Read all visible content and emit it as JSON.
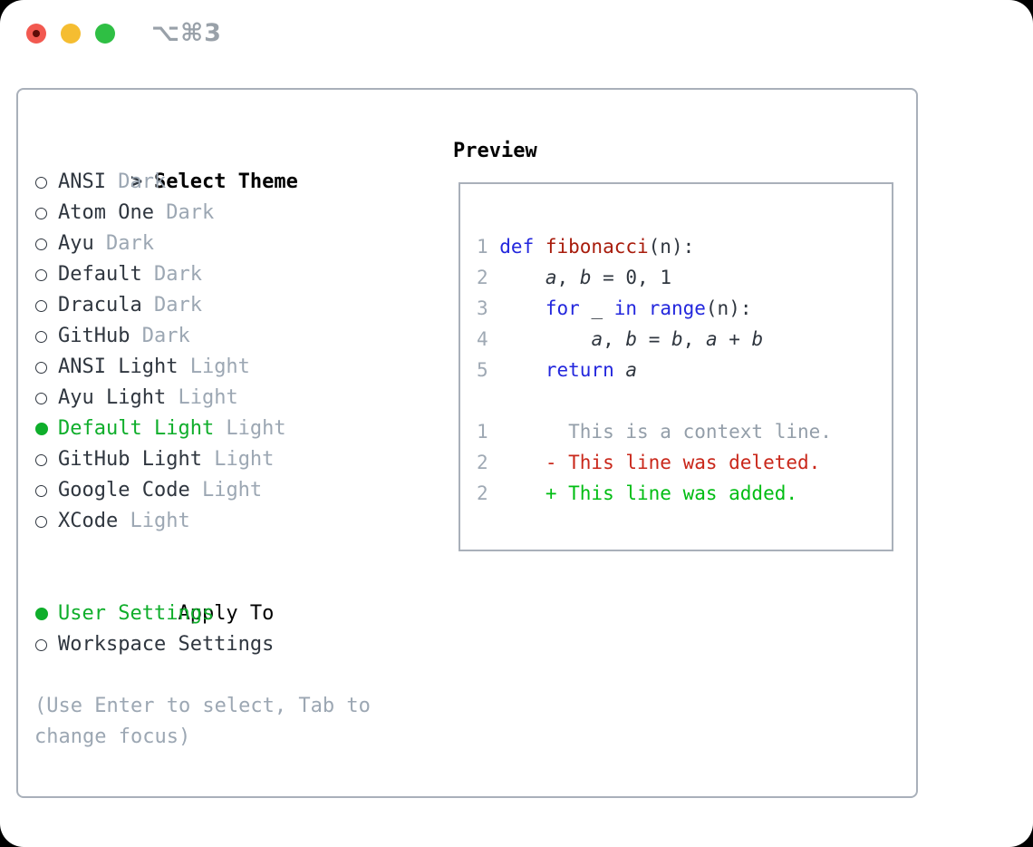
{
  "window": {
    "shortcut_label": "⌥⌘3",
    "traffic_lights": [
      {
        "name": "close",
        "color": "#f25950",
        "dot": true
      },
      {
        "name": "minimize",
        "color": "#f5bd31",
        "dot": false
      },
      {
        "name": "zoom",
        "color": "#2fbf44",
        "dot": false
      }
    ]
  },
  "theme_panel": {
    "select_header": {
      "marker": ">",
      "label": "Select Theme"
    },
    "themes": [
      {
        "name": "ANSI",
        "variant": "Dark",
        "selected": false
      },
      {
        "name": "Atom One",
        "variant": "Dark",
        "selected": false
      },
      {
        "name": "Ayu",
        "variant": "Dark",
        "selected": false
      },
      {
        "name": "Default",
        "variant": "Dark",
        "selected": false
      },
      {
        "name": "Dracula",
        "variant": "Dark",
        "selected": false
      },
      {
        "name": "GitHub",
        "variant": "Dark",
        "selected": false
      },
      {
        "name": "ANSI Light",
        "variant": "Light",
        "selected": false
      },
      {
        "name": "Ayu Light",
        "variant": "Light",
        "selected": false
      },
      {
        "name": "Default Light",
        "variant": "Light",
        "selected": true
      },
      {
        "name": "GitHub Light",
        "variant": "Light",
        "selected": false
      },
      {
        "name": "Google Code",
        "variant": "Light",
        "selected": false
      },
      {
        "name": "XCode",
        "variant": "Light",
        "selected": false
      }
    ],
    "apply_to": {
      "label": "Apply To",
      "options": [
        {
          "label": "User Settings",
          "selected": true
        },
        {
          "label": "Workspace Settings",
          "selected": false
        }
      ]
    },
    "hint": "(Use Enter to select, Tab to change focus)"
  },
  "preview": {
    "label": "Preview",
    "lines": [
      {
        "num": "1",
        "tokens": [
          {
            "t": "def ",
            "c": "kw"
          },
          {
            "t": "fibonacci",
            "c": "fn"
          },
          {
            "t": "(n):",
            "c": "pl"
          }
        ]
      },
      {
        "num": "2",
        "tokens": [
          {
            "t": "    ",
            "c": "pl"
          },
          {
            "t": "a",
            "c": "var"
          },
          {
            "t": ", ",
            "c": "pl"
          },
          {
            "t": "b",
            "c": "var"
          },
          {
            "t": " = 0, 1",
            "c": "pl"
          }
        ]
      },
      {
        "num": "3",
        "tokens": [
          {
            "t": "    ",
            "c": "pl"
          },
          {
            "t": "for",
            "c": "kw"
          },
          {
            "t": " _ ",
            "c": "pl"
          },
          {
            "t": "in",
            "c": "kw"
          },
          {
            "t": " ",
            "c": "pl"
          },
          {
            "t": "range",
            "c": "kw"
          },
          {
            "t": "(n):",
            "c": "pl"
          }
        ]
      },
      {
        "num": "4",
        "tokens": [
          {
            "t": "        ",
            "c": "pl"
          },
          {
            "t": "a",
            "c": "var"
          },
          {
            "t": ", ",
            "c": "pl"
          },
          {
            "t": "b",
            "c": "var"
          },
          {
            "t": " = ",
            "c": "pl"
          },
          {
            "t": "b",
            "c": "var"
          },
          {
            "t": ", ",
            "c": "pl"
          },
          {
            "t": "a",
            "c": "var"
          },
          {
            "t": " + ",
            "c": "pl"
          },
          {
            "t": "b",
            "c": "var"
          }
        ]
      },
      {
        "num": "5",
        "tokens": [
          {
            "t": "    ",
            "c": "pl"
          },
          {
            "t": "return",
            "c": "kw"
          },
          {
            "t": " ",
            "c": "pl"
          },
          {
            "t": "a",
            "c": "var"
          }
        ]
      },
      {
        "num": "",
        "tokens": []
      },
      {
        "num": "1",
        "tokens": [
          {
            "t": "      This is a context line.",
            "c": "ctx"
          }
        ]
      },
      {
        "num": "2",
        "tokens": [
          {
            "t": "    - This line was deleted.",
            "c": "del"
          }
        ]
      },
      {
        "num": "2",
        "tokens": [
          {
            "t": "    + This line was added.",
            "c": "add"
          }
        ]
      }
    ]
  },
  "colors": {
    "dark_text": "#2f363f",
    "gray_text": "#9ca7b3",
    "green_select": "#0fae2b",
    "green_added": "#00bd13",
    "red_deleted": "#c9271a",
    "red_function": "#a81c0c",
    "blue_keyword": "#2327dd",
    "border": "#a9b0ba",
    "line_number": "#9fa9b4",
    "context_gray": "#939ea9",
    "shortcut_gray": "#99a1a9",
    "traffic_red": "#f25950",
    "traffic_red_dot": "#5f0d08",
    "traffic_yellow": "#f5bd31",
    "traffic_green": "#2fbf44"
  }
}
